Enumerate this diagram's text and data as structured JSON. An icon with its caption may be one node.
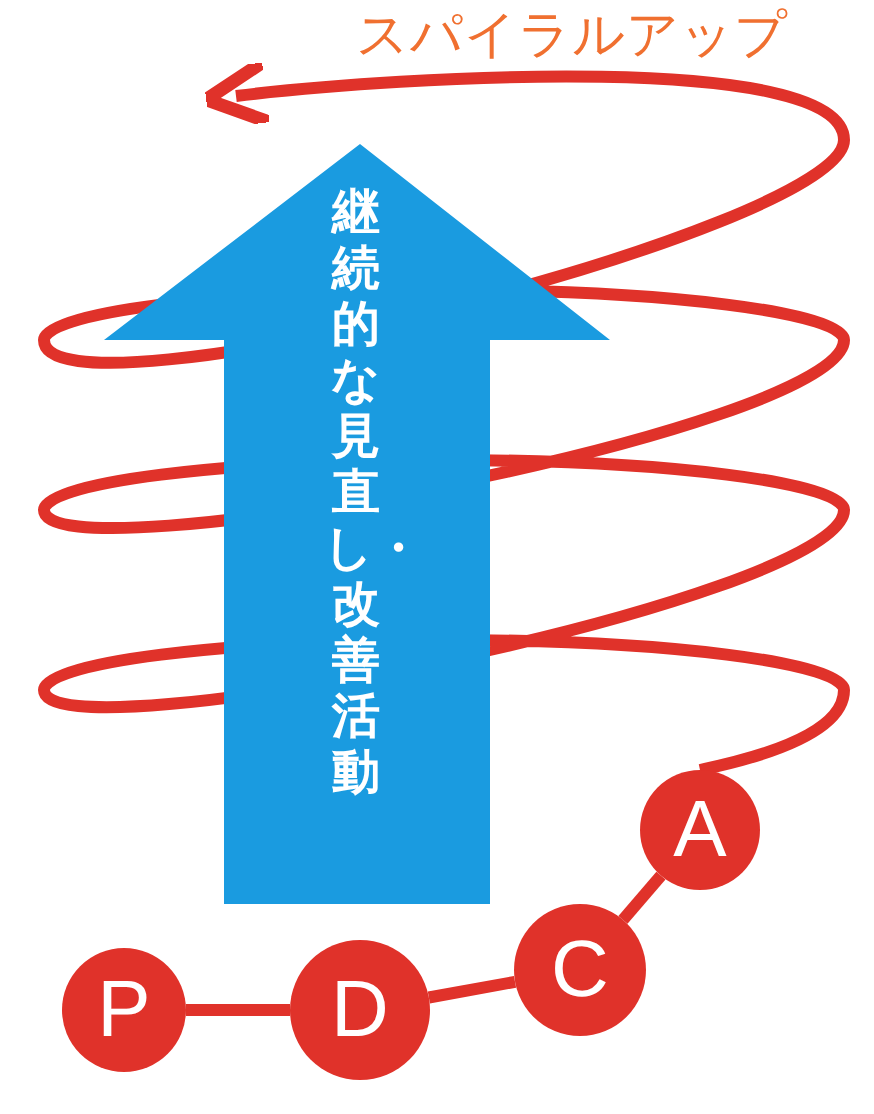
{
  "diagram": {
    "nodes": [
      {
        "text": [
          "継続的な見直し・改善活動"
        ]
      },
      {
        "text": [
          "P"
        ]
      },
      {
        "text": [
          "D"
        ]
      },
      {
        "text": [
          "C"
        ]
      },
      {
        "text": [
          "A"
        ]
      }
    ],
    "edges": [
      {
        "from": 1,
        "to": 2,
        "arrow": "none"
      },
      {
        "from": 2,
        "to": 3,
        "arrow": "none"
      },
      {
        "from": 3,
        "to": 4,
        "arrow": "none"
      },
      {
        "from": 4,
        "to": null,
        "arrow": "to"
      }
    ],
    "labels": [
      "スパイラルアップ"
    ]
  }
}
